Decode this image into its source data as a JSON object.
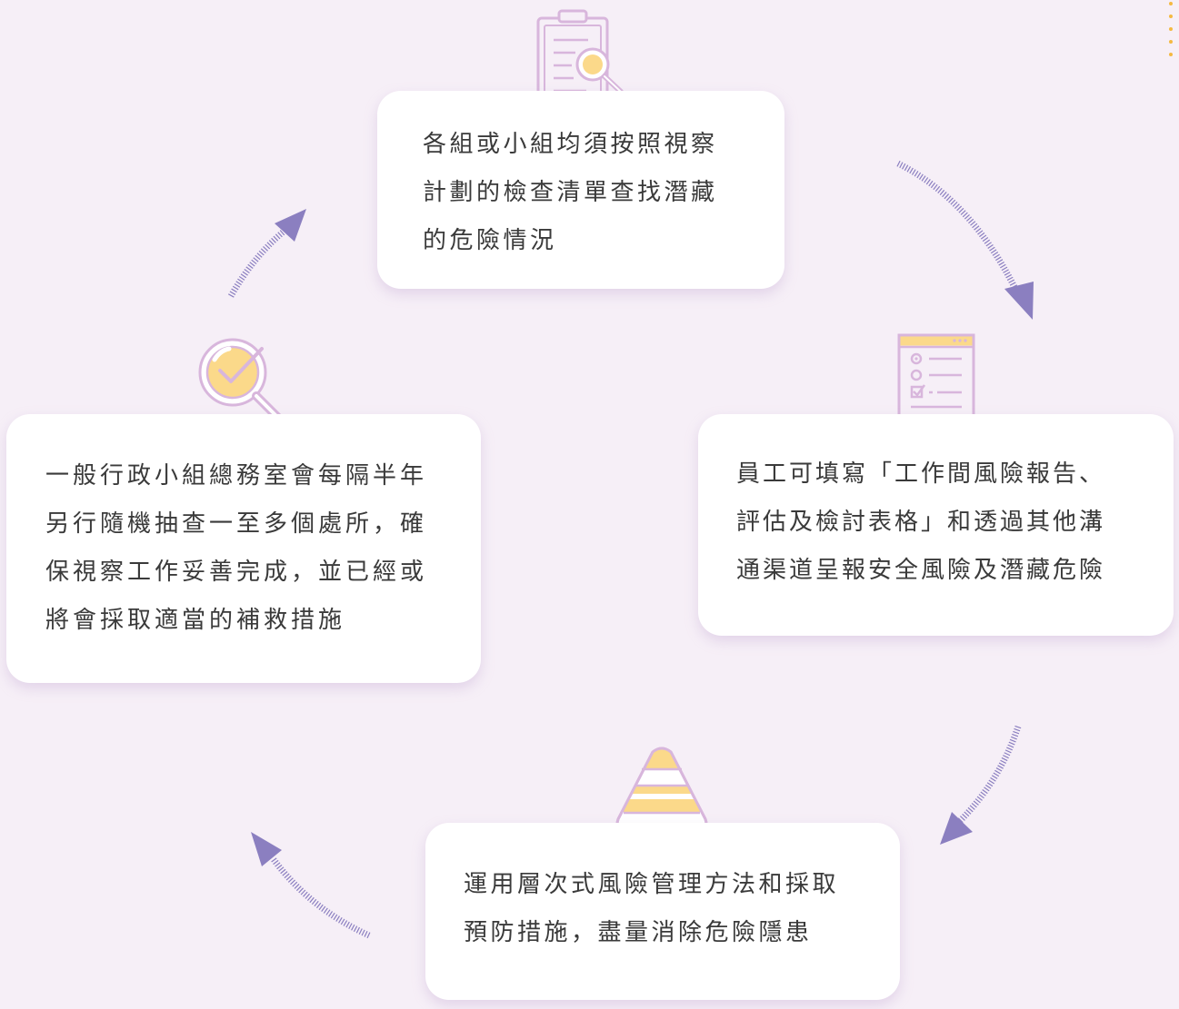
{
  "cards": {
    "top": {
      "lines": [
        "各組或小組均須按照視察",
        "計劃的檢查清單查找潛藏",
        "的危險情況"
      ]
    },
    "right": {
      "lines": [
        "員工可填寫「工作間風險報告、",
        "評估及檢討表格」和透過其他溝",
        "通渠道呈報安全風險及潛藏危險"
      ]
    },
    "bottom": {
      "lines": [
        "運用層次式風險管理方法和採取",
        "預防措施，盡量消除危險隱患"
      ]
    },
    "left": {
      "lines": [
        "一般行政小組總務室會每隔半年",
        "另行隨機抽查一至多個處所，確",
        "保視察工作妥善完成，並已經或",
        "將會採取適當的補救措施"
      ]
    }
  },
  "icons": {
    "top": "clipboard-magnifier-icon",
    "right": "checklist-form-icon",
    "bottom": "pyramid-icon",
    "left": "magnifier-check-icon"
  },
  "colors": {
    "background": "#f6eff7",
    "card": "#ffffff",
    "icon_stroke": "#d8b6dc",
    "icon_fill": "#fbd98a",
    "arrow": "#8b7fc0",
    "deco_dots": "#f4b942",
    "text": "#3a3a3a"
  }
}
